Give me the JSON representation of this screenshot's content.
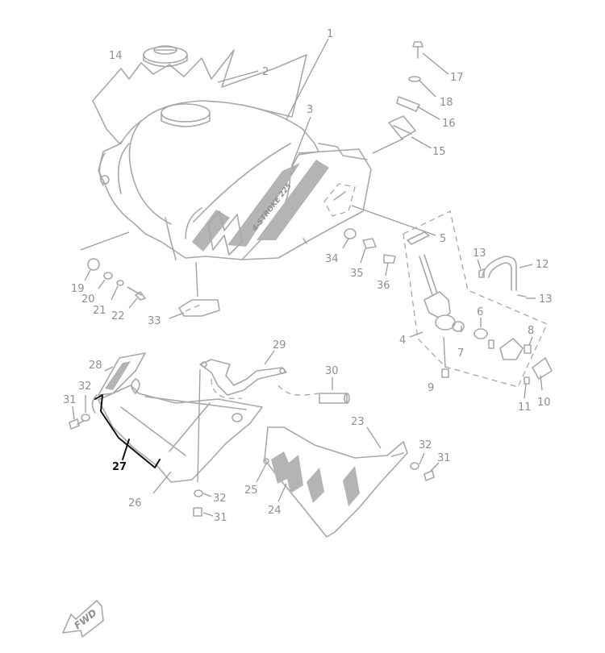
{
  "callouts": [
    {
      "id": "1",
      "label": "1"
    },
    {
      "id": "2",
      "label": "2"
    },
    {
      "id": "3",
      "label": "3"
    },
    {
      "id": "4",
      "label": "4"
    },
    {
      "id": "5",
      "label": "5"
    },
    {
      "id": "6",
      "label": "6"
    },
    {
      "id": "7",
      "label": "7"
    },
    {
      "id": "8",
      "label": "8"
    },
    {
      "id": "9",
      "label": "9"
    },
    {
      "id": "10",
      "label": "10"
    },
    {
      "id": "11",
      "label": "11"
    },
    {
      "id": "12",
      "label": "12"
    },
    {
      "id": "13a",
      "label": "13"
    },
    {
      "id": "13b",
      "label": "13"
    },
    {
      "id": "14",
      "label": "14"
    },
    {
      "id": "15",
      "label": "15"
    },
    {
      "id": "16",
      "label": "16"
    },
    {
      "id": "17",
      "label": "17"
    },
    {
      "id": "18",
      "label": "18"
    },
    {
      "id": "19",
      "label": "19"
    },
    {
      "id": "20",
      "label": "20"
    },
    {
      "id": "21",
      "label": "21"
    },
    {
      "id": "22",
      "label": "22"
    },
    {
      "id": "23",
      "label": "23"
    },
    {
      "id": "24",
      "label": "24"
    },
    {
      "id": "25",
      "label": "25"
    },
    {
      "id": "26",
      "label": "26"
    },
    {
      "id": "27",
      "label": "27",
      "highlighted": true
    },
    {
      "id": "28",
      "label": "28"
    },
    {
      "id": "29",
      "label": "29"
    },
    {
      "id": "30",
      "label": "30"
    },
    {
      "id": "31a",
      "label": "31"
    },
    {
      "id": "31b",
      "label": "31"
    },
    {
      "id": "31c",
      "label": "31"
    },
    {
      "id": "32a",
      "label": "32"
    },
    {
      "id": "32b",
      "label": "32"
    },
    {
      "id": "32c",
      "label": "32"
    },
    {
      "id": "33",
      "label": "33"
    },
    {
      "id": "34",
      "label": "34"
    },
    {
      "id": "35",
      "label": "35"
    },
    {
      "id": "36",
      "label": "36"
    }
  ],
  "decals": {
    "tank_text": "4-STROKE 225",
    "fwd_arrow": "FWD"
  },
  "colors": {
    "line": "#a8a8a8",
    "label": "#8f8f8f",
    "highlight": "#111111"
  }
}
